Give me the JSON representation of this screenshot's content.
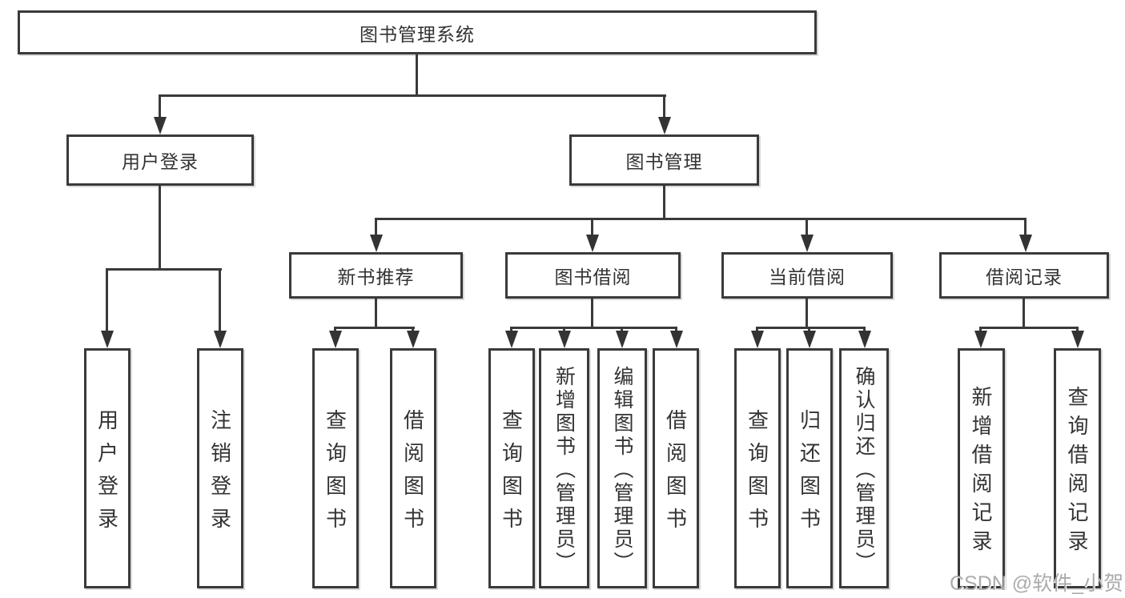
{
  "diagram": {
    "title": "图书管理系统",
    "root": {
      "label": "图书管理系统"
    },
    "level2": [
      {
        "id": "user-login",
        "label": "用户登录"
      },
      {
        "id": "book-management",
        "label": "图书管理"
      }
    ],
    "level3": [
      {
        "id": "new-book-recommend",
        "label": "新书推荐",
        "parent": "图书管理"
      },
      {
        "id": "book-borrow",
        "label": "图书借阅",
        "parent": "图书管理"
      },
      {
        "id": "current-borrow",
        "label": "当前借阅",
        "parent": "图书管理"
      },
      {
        "id": "borrow-record",
        "label": "借阅记录",
        "parent": "图书管理"
      }
    ],
    "leaves": [
      {
        "label": "用户登录",
        "parent": "用户登录"
      },
      {
        "label": "注销登录",
        "parent": "用户登录"
      },
      {
        "label": "查询图书",
        "parent": "新书推荐"
      },
      {
        "label": "借阅图书",
        "parent": "新书推荐"
      },
      {
        "label": "查询图书",
        "parent": "图书借阅"
      },
      {
        "label": "新增图书（管理员）",
        "parent": "图书借阅"
      },
      {
        "label": "编辑图书（管理员）",
        "parent": "图书借阅"
      },
      {
        "label": "借阅图书",
        "parent": "图书借阅"
      },
      {
        "label": "查询图书",
        "parent": "当前借阅"
      },
      {
        "label": "归还图书",
        "parent": "当前借阅"
      },
      {
        "label": "确认归还（管理员）",
        "parent": "当前借阅"
      },
      {
        "label": "新增借阅记录",
        "parent": "借阅记录"
      },
      {
        "label": "查询借阅记录",
        "parent": "借阅记录"
      }
    ]
  },
  "colors": {
    "line": "#3a3a3a",
    "border": "#3a3a3a",
    "text": "#333333",
    "watermark": "#ababab"
  },
  "watermark": {
    "text": "CSDN @软件_小贺同学"
  }
}
